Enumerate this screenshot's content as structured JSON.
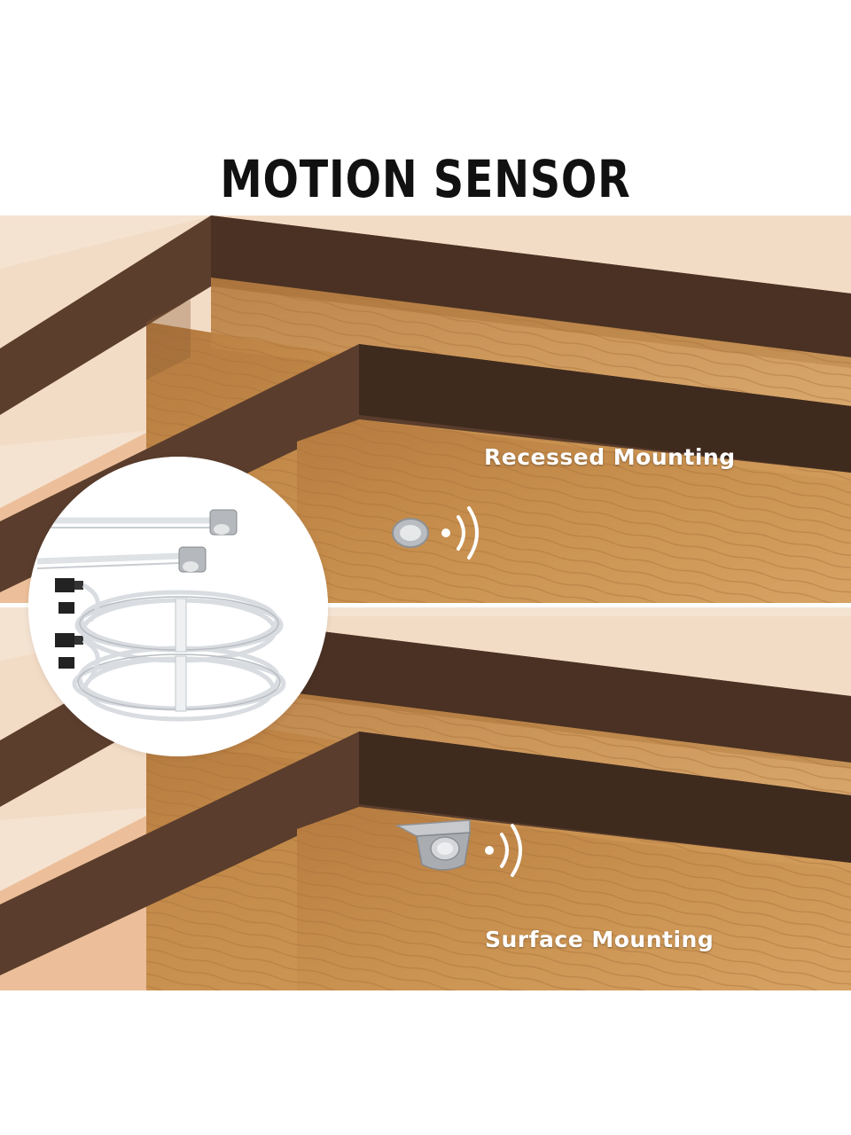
{
  "title": "MOTION SENSOR",
  "panels": {
    "recessed": {
      "label": "Recessed Mounting"
    },
    "surface": {
      "label": "Surface Mounting"
    }
  },
  "colors": {
    "background_wall": "#f5e3d2",
    "side_wall": "#ecbf9a",
    "shelf_dark": "#5a3d2c",
    "wood": "#c58a4c",
    "label_text": "#ffffff",
    "title_text": "#111111"
  },
  "icons": [
    "motion-sensor-recessed-icon",
    "motion-sensor-surface-icon",
    "signal-waves-icon",
    "cable-bundle-icon",
    "connector-plug-icon"
  ]
}
